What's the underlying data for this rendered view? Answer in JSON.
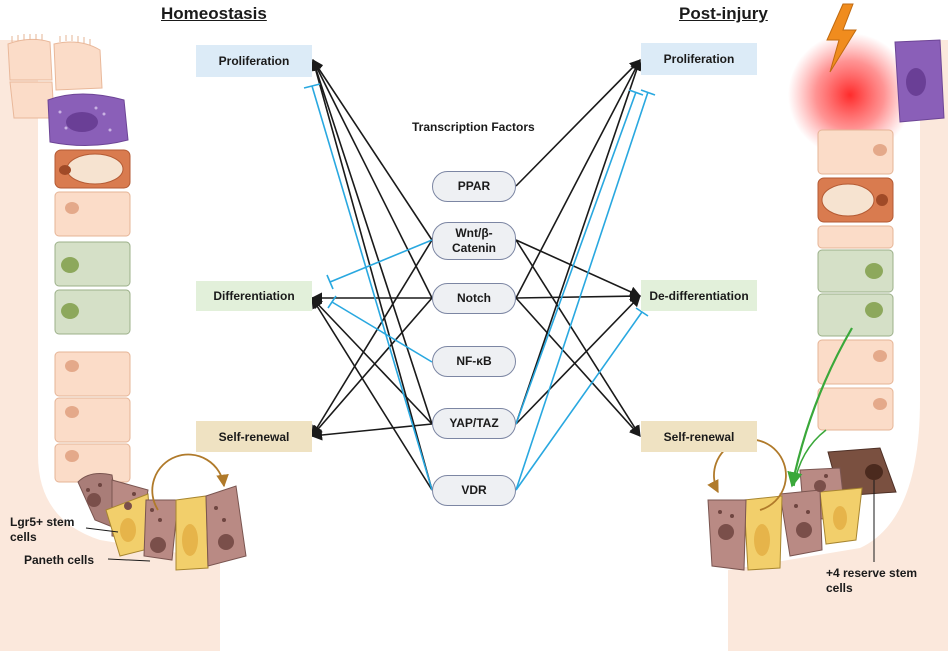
{
  "headings": {
    "left": "Homeostasis",
    "right": "Post-injury",
    "center": "Transcription Factors"
  },
  "left_outcomes": {
    "proliferation": "Proliferation",
    "differentiation": "Differentiation",
    "self_renewal": "Self-renewal"
  },
  "right_outcomes": {
    "proliferation": "Proliferation",
    "dedifferentiation": "De-differentiation",
    "self_renewal": "Self-renewal"
  },
  "factors": {
    "ppar": "PPAR",
    "wnt": "Wnt/β-Catenin",
    "notch": "Notch",
    "nfkb": "NF-κB",
    "yaptaz": "YAP/TAZ",
    "vdr": "VDR"
  },
  "cell_labels": {
    "lgr5": "Lgr5+ stem cells",
    "paneth": "Paneth cells",
    "reserve": "+4 reserve stem cells"
  },
  "colors": {
    "activation": "#1a1a1a",
    "inhibition": "#29a8e0",
    "epithelium": "#fbe3d4",
    "paneth": "#f2cf6b",
    "stem": "#a97d78",
    "injury": "#ff3030"
  }
}
